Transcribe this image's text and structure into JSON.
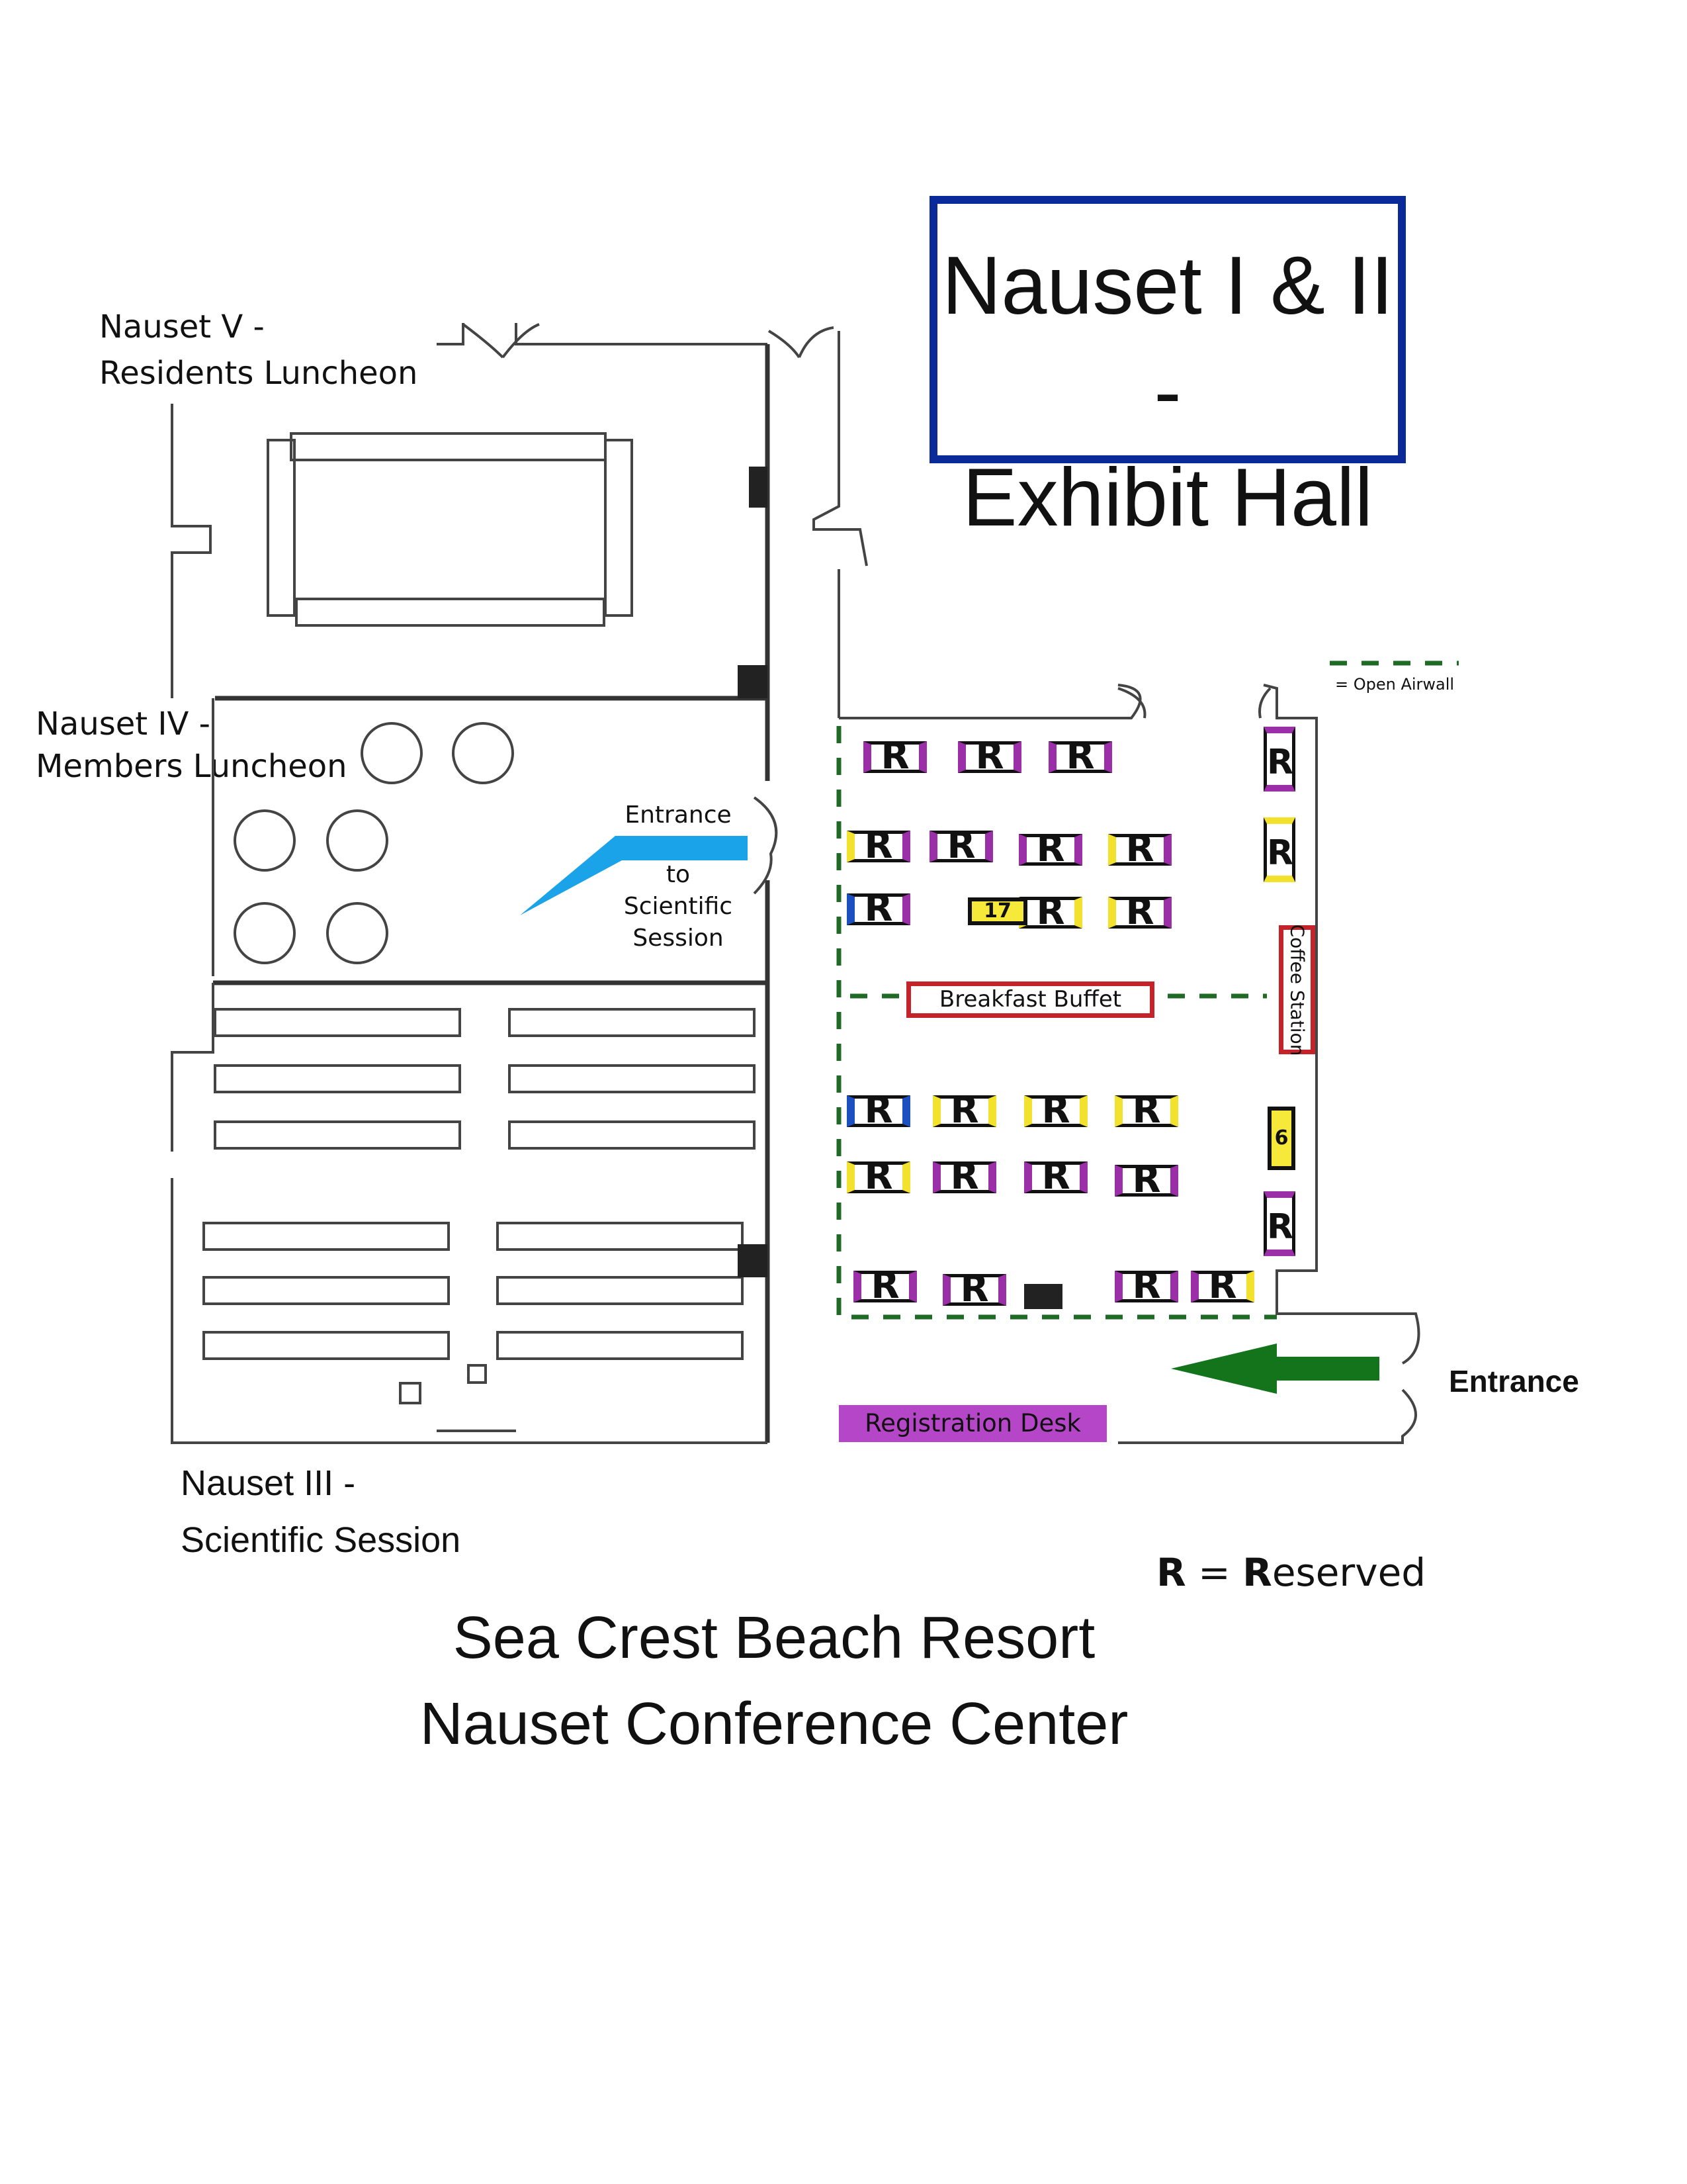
{
  "title": {
    "line1": "Nauset I & II -",
    "line2": "Exhibit Hall"
  },
  "rooms": {
    "nauset_v": {
      "line1": "Nauset V -",
      "line2": "Residents Luncheon"
    },
    "nauset_iv": {
      "line1": "Nauset IV -",
      "line2": "Members Luncheon"
    },
    "nauset_iii": {
      "line1": "Nauset III -",
      "line2": "Scientific Session"
    }
  },
  "entrances": {
    "scientific": {
      "line1": "Entrance",
      "line2": "to",
      "line3": "Scientific",
      "line4": "Session"
    },
    "main": "Entrance"
  },
  "legend": {
    "airwall": "= Open Airwall",
    "reserved_letter": "R",
    "reserved_eq": " = ",
    "reserved_bold": "R",
    "reserved_rest": "eserved"
  },
  "stations": {
    "breakfast": "Breakfast Buffet",
    "coffee": "Coffee Station",
    "registration": "Registration Desk"
  },
  "booths": {
    "reserved": "R",
    "numbered_17": "17",
    "numbered_6": "6"
  },
  "footer": {
    "line1": "Sea Crest Beach Resort",
    "line2": "Nauset Conference Center"
  },
  "colors": {
    "title_border": "#0a2a9a",
    "airwall": "#1f6b25",
    "entrance_arrow": "#13741b",
    "scientific_arrow": "#1aa3e8",
    "purple": "#9b2fa8",
    "yellow": "#f2e22e",
    "blue": "#1c4fbf",
    "red": "#c4232a",
    "registration": "#b646c8"
  }
}
